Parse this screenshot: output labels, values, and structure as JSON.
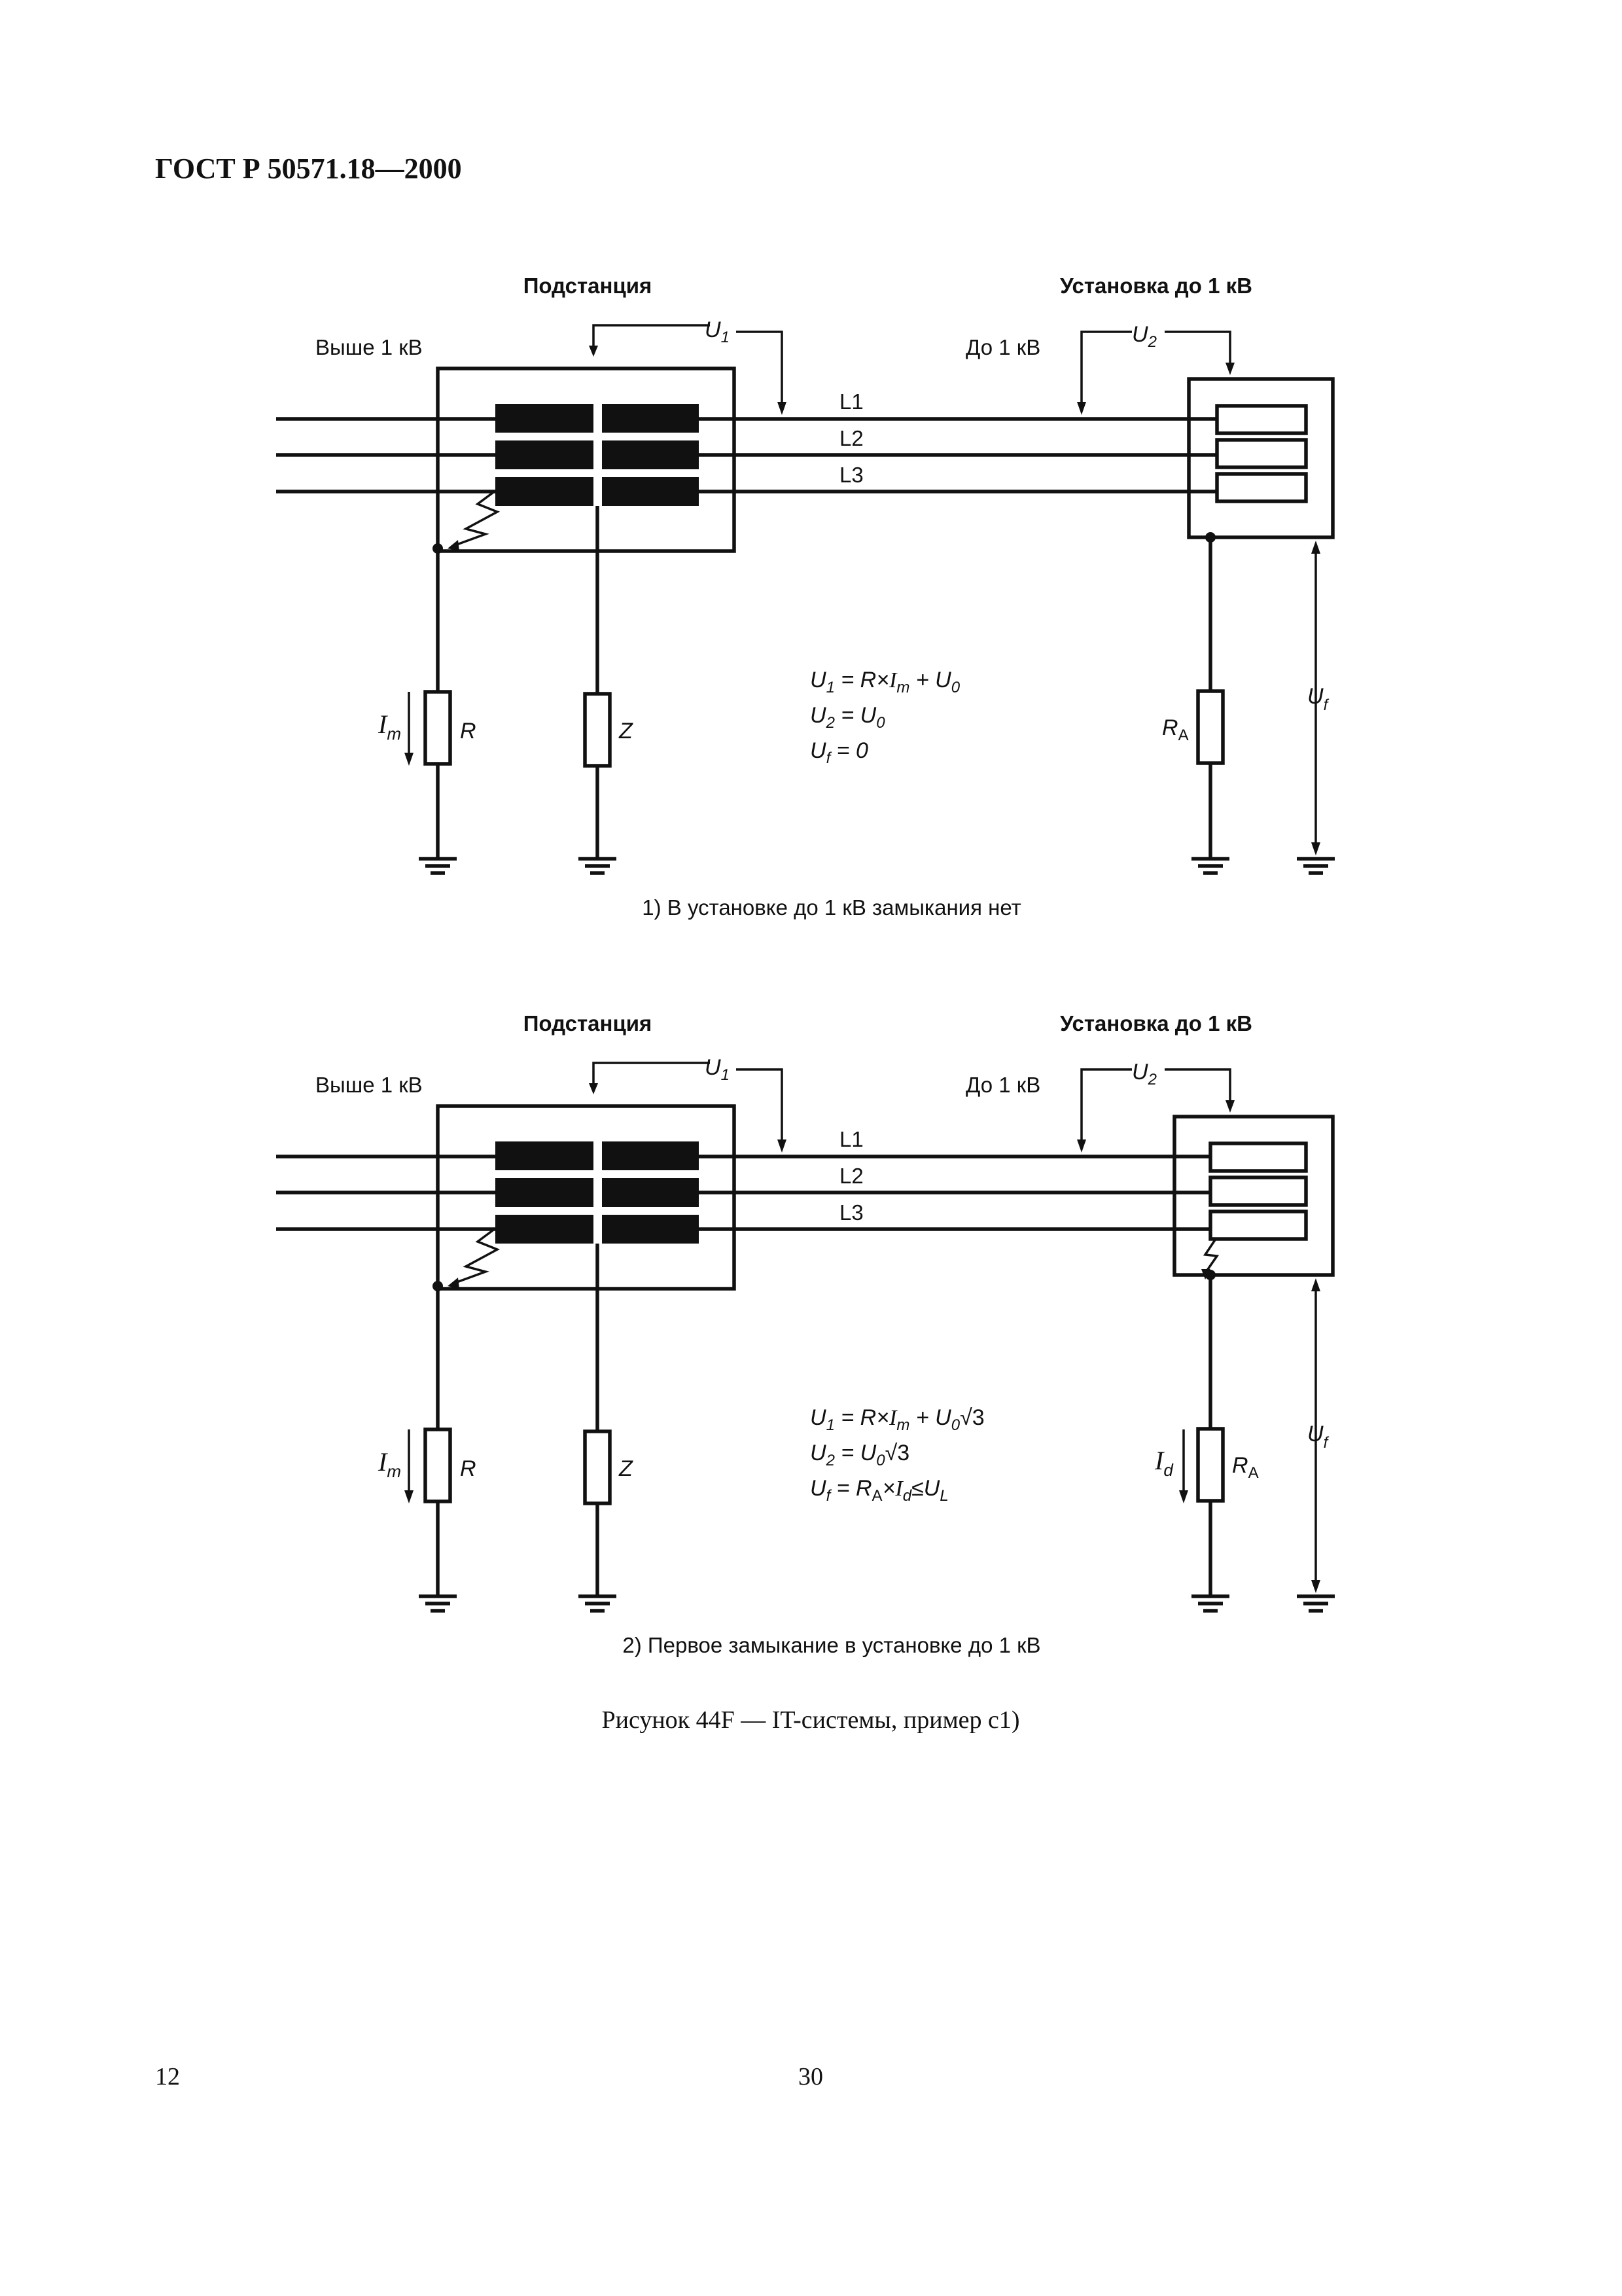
{
  "header": {
    "doc_id": "ГОСТ Р 50571.18—2000"
  },
  "diagrams": [
    {
      "substation_title": "Подстанция",
      "installation_title": "Установка до 1 кВ",
      "above_1kv": "Выше 1 кВ",
      "up_to_1kv": "До 1 кВ",
      "u1": {
        "main": "U",
        "sub": "1"
      },
      "u2": {
        "main": "U",
        "sub": "2"
      },
      "lines": [
        "L1",
        "L2",
        "L3"
      ],
      "im": {
        "main": "I",
        "sub": "m"
      },
      "r": "R",
      "z": "Z",
      "ra": {
        "main": "R",
        "sub": "A"
      },
      "uf": {
        "main": "U",
        "sub": "f"
      },
      "formulas": [
        "U₁ = R×Iₘ + U₀",
        "U₂ = U₀",
        "U_f = 0"
      ],
      "caption": "1) В установке до 1 кВ замыкания нет",
      "fault": false
    },
    {
      "substation_title": "Подстанция",
      "installation_title": "Установка до 1 кВ",
      "above_1kv": "Выше 1 кВ",
      "up_to_1kv": "До 1 кВ",
      "u1": {
        "main": "U",
        "sub": "1"
      },
      "u2": {
        "main": "U",
        "sub": "2"
      },
      "lines": [
        "L1",
        "L2",
        "L3"
      ],
      "im": {
        "main": "I",
        "sub": "m"
      },
      "id": {
        "main": "I",
        "sub": "d"
      },
      "r": "R",
      "z": "Z",
      "ra": {
        "main": "R",
        "sub": "A"
      },
      "uf": {
        "main": "U",
        "sub": "f"
      },
      "formulas": [
        "U₁ = R×Iₘ + U₀√3",
        "U₂ = U₀√3",
        "U_f = R_A×I_d≤U_L"
      ],
      "caption": "2) Первое замыкание в установке до 1 кВ",
      "fault": true
    }
  ],
  "figure_caption": "Рисунок 44F — IT-системы, пример с1)",
  "footer": {
    "left_page": "12",
    "center_page": "30"
  }
}
